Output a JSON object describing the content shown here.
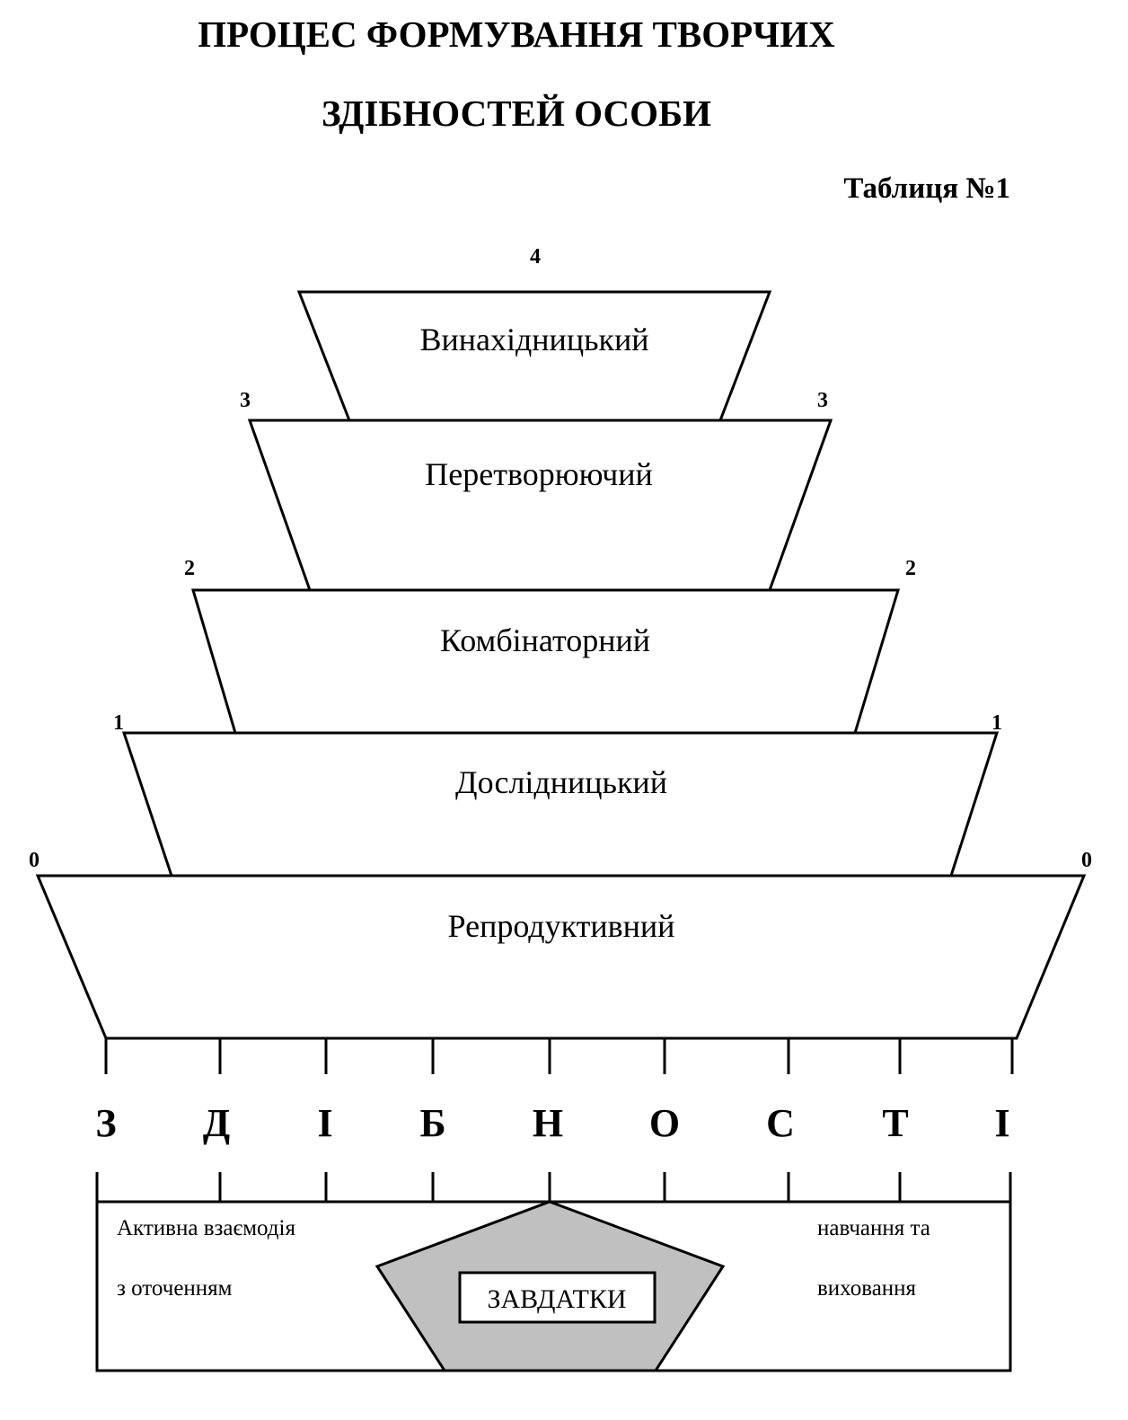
{
  "title": {
    "line1": "ПРОЦЕС ФОРМУВАННЯ ТВОРЧИХ",
    "line2": "ЗДІБНОСТЕЙ ОСОБИ"
  },
  "table_label": "Таблиця №1",
  "levels": [
    {
      "number": "4",
      "label": "Винахідницький"
    },
    {
      "number": "3",
      "label": "Перетворюючий"
    },
    {
      "number": "2",
      "label": "Комбінаторний"
    },
    {
      "number": "1",
      "label": "Дослідницький"
    },
    {
      "number": "0",
      "label": "Репродуктивний"
    }
  ],
  "word_letters": [
    "З",
    "Д",
    "І",
    "Б",
    "Н",
    "О",
    "С",
    "Т",
    "І"
  ],
  "bottom": {
    "left_line1": "Активна взаємодія",
    "left_line2": "з оточенням",
    "right_line1": "навчання та",
    "right_line2": "виховання",
    "center_label": "ЗАВДАТКИ"
  },
  "colors": {
    "pentagon_fill": "#c0c0c0",
    "line": "#000000"
  }
}
